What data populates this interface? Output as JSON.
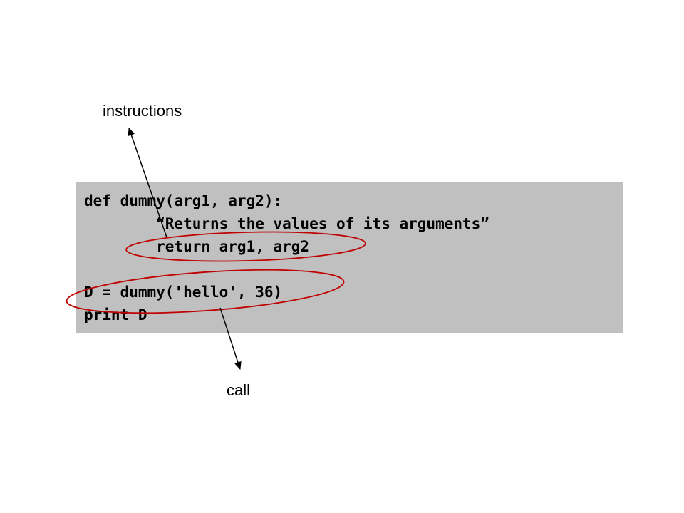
{
  "slide": {
    "labels": {
      "instructions": "instructions",
      "call": "call"
    },
    "code": "def dummy(arg1, arg2):\n        “Returns the values of its arguments”\n        return arg1, arg2\n\nD = dummy('hello', 36)\nprint D",
    "colors": {
      "code_box_bg": "#c0c0c0",
      "annotation_red": "#c00000",
      "arrow_black": "#000000",
      "text": "#000000"
    }
  }
}
